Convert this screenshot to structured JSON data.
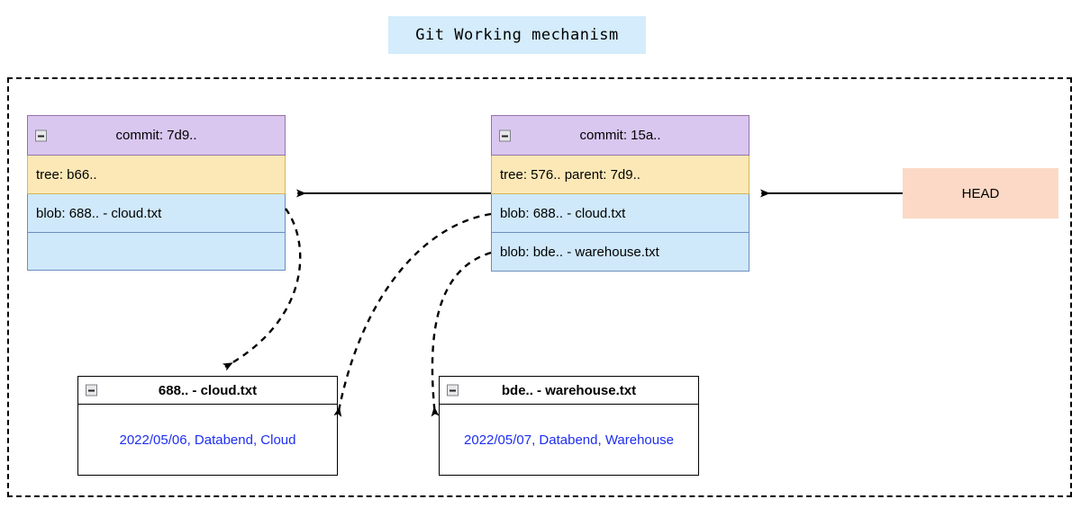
{
  "title": {
    "text": "Git Working mechanism",
    "bg": "#d4ecfb"
  },
  "colors": {
    "commit_header": "#d9c7f0",
    "commit_header_border": "#9673a6",
    "tree_row": "#fbe8b6",
    "tree_row_border": "#d6b656",
    "blob_row": "#cfe8fa",
    "blob_row_border": "#6c8ebf",
    "head_box": "#fbd9c6",
    "blob_text": "#1e2ef0",
    "edge": "#000000",
    "frame": "#000000"
  },
  "commits": [
    {
      "id": "commit-7d9",
      "header": "commit: 7d9..",
      "tree": "tree: b66..",
      "rows": [
        "blob: 688.. - cloud.txt",
        ""
      ],
      "collapse_icon": "collapse-minus-icon"
    },
    {
      "id": "commit-15a",
      "header": "commit: 15a..",
      "tree": "tree: 576.. parent: 7d9..",
      "rows": [
        "blob: 688.. - cloud.txt",
        "blob: bde.. - warehouse.txt"
      ],
      "collapse_icon": "collapse-minus-icon"
    }
  ],
  "head": {
    "label": "HEAD"
  },
  "blobs": [
    {
      "id": "blob-cloud",
      "title": "688.. - cloud.txt",
      "content": "2022/05/06, Databend, Cloud",
      "collapse_icon": "collapse-minus-icon"
    },
    {
      "id": "blob-warehouse",
      "title": "bde.. - warehouse.txt",
      "content": "2022/05/07, Databend, Warehouse",
      "collapse_icon": "collapse-minus-icon"
    }
  ],
  "edges": [
    {
      "name": "head-to-commit-15a",
      "style": "solid",
      "from": "HEAD",
      "to": "commit: 15a.."
    },
    {
      "name": "commit-15a-to-commit-7d9",
      "style": "solid",
      "from": "commit: 15a..",
      "to": "commit: 7d9.."
    },
    {
      "name": "commit-7d9-blob-to-cloud-txt",
      "style": "dashed",
      "from": "blob: 688.. - cloud.txt",
      "to": "688.. - cloud.txt"
    },
    {
      "name": "commit-15a-blob-cloud-to-cloud-txt",
      "style": "dashed",
      "from": "blob: 688.. - cloud.txt",
      "to": "688.. - cloud.txt"
    },
    {
      "name": "commit-15a-blob-warehouse-to-warehouse-txt",
      "style": "dashed",
      "from": "blob: bde.. - warehouse.txt",
      "to": "bde.. - warehouse.txt"
    }
  ]
}
